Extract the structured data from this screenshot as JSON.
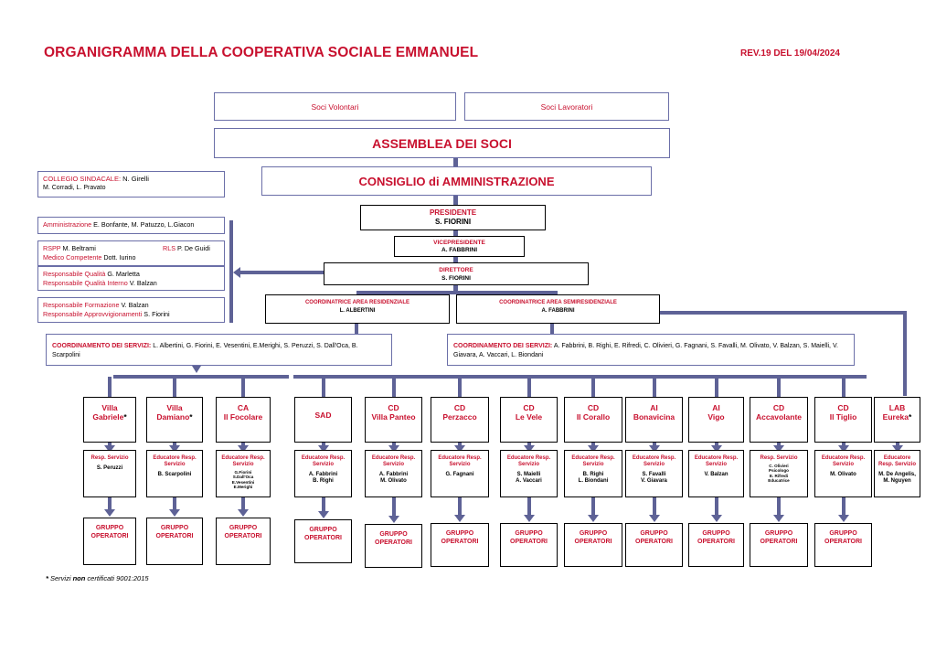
{
  "header": {
    "title": "ORGANIGRAMMA DELLA COOPERATIVA SOCIALE EMMANUEL",
    "revision": "REV.19 DEL 19/04/2024"
  },
  "top": {
    "soci_volontari": "Soci Volontari",
    "soci_lavoratori": "Soci Lavoratori",
    "assemblea": "ASSEMBLEA DEI SOCI",
    "consiglio": "CONSIGLIO di AMMINISTRAZIONE"
  },
  "collegio": {
    "label": "COLLEGIO SINDACALE:",
    "members_line1": " N. Girelli",
    "members_line2": "M. Corradi, L. Pravato"
  },
  "leadership": {
    "presidente_role": "PRESIDENTE",
    "presidente_name": "S. FIORINI",
    "vice_role": "VICEPRESIDENTE",
    "vice_name": "A. FABBRINI",
    "direttore_role": "DIRETTORE",
    "direttore_name": "S. FIORINI"
  },
  "staff": {
    "amministrazione_label": "Amministrazione",
    "amministrazione_names": " E. Bonfante, M. Patuzzo, L.Giacon",
    "rspp_label": "RSPP",
    "rspp_name": " M. Beltrami",
    "rls_label": "RLS",
    "rls_name": " P. De Guidi",
    "medico_label": "Medico Competente",
    "medico_name": " Dott. Iurino",
    "qualita_label": "Responsabile Qualità",
    "qualita_name": " G. Marletta",
    "qualita_int_label": "Responsabile Qualità Interno",
    "qualita_int_name": " V. Balzan",
    "formazione_label": "Responsabile Formazione",
    "formazione_name": " V. Balzan",
    "approvv_label": "Responsabile Approvvigionamenti",
    "approvv_name": " S. Fiorini"
  },
  "coord": {
    "residenziale_role": "COORDINATRICE AREA RESIDENZIALE",
    "residenziale_name": "L. ALBERTINI",
    "semiresidenziale_role": "COORDINATRICE AREA SEMIRESIDENZIALE",
    "semiresidenziale_name": "A. FABBRINI",
    "dot": "."
  },
  "coordinamento": {
    "label": "COORDINAMENTO DEI SERVIZI:",
    "left_names": " L. Albertini, G. Fiorini, E. Vesentini, E.Merighi, S. Peruzzi, S. Dall'Oca, B. Scarpolini",
    "right_names": " A. Fabbrini, B. Righi, E. Rifredi, C. Olivieri, G. Fagnani, S. Favalli, M. Olivato, V. Balzan, S. Maielli,  V. Giavara, A. Vaccari, L. Biondani"
  },
  "services": [
    {
      "l1": "Villa",
      "l2": "Gabriele",
      "star": "*",
      "role": "Resp. Servizio",
      "names": [
        "S. Peruzzi"
      ],
      "group": "GRUPPO OPERATORI"
    },
    {
      "l1": "Villa",
      "l2": "Damiano",
      "star": "*",
      "role": "Educatore Resp. Servizio",
      "names": [
        "B. Scarpolini"
      ],
      "group": "GRUPPO OPERATORI"
    },
    {
      "l1": "CA",
      "l2": "Il Focolare",
      "star": "",
      "role": "Educatore Resp. Servizio",
      "names": [
        "G.Fiorini",
        "S.Dall'Oca",
        "E.Vesentini",
        "E.Merighi"
      ],
      "group": "GRUPPO OPERATORI"
    },
    {
      "l1": "SAD",
      "l2": "",
      "star": "",
      "role": "Educatore Resp. Servizio",
      "names": [
        "A. Fabbrini",
        "B. Righi"
      ],
      "group": "GRUPPO OPERATORI"
    },
    {
      "l1": "CD",
      "l2": "Villa Panteo",
      "star": "",
      "role": "Educatore Resp. Servizio",
      "names": [
        "A. Fabbrini",
        "M. Olivato"
      ],
      "group": "GRUPPO OPERATORI"
    },
    {
      "l1": "CD",
      "l2": "Perzacco",
      "star": "",
      "role": "Educatore Resp. Servizio",
      "names": [
        "G. Fagnani"
      ],
      "group": "GRUPPO OPERATORI"
    },
    {
      "l1": "CD",
      "l2": "Le Vele",
      "star": "",
      "role": "Educatore Resp. Servizio",
      "names": [
        "S. Maielli",
        "A. Vaccari"
      ],
      "group": "GRUPPO OPERATORI"
    },
    {
      "l1": "CD",
      "l2": "Il Corallo",
      "star": "",
      "role": "Educatore Resp. Servizio",
      "names": [
        "B. Righi",
        "L. Biondani"
      ],
      "group": "GRUPPO OPERATORI"
    },
    {
      "l1": "AI",
      "l2": "Bonavicina",
      "star": "",
      "role": "Educatore Resp. Servizio",
      "names": [
        "S. Favalli",
        "V. Giavara"
      ],
      "group": "GRUPPO OPERATORI"
    },
    {
      "l1": "AI",
      "l2": "Vigo",
      "star": "",
      "role": "Educatore Resp. Servizio",
      "names": [
        "V. Balzan"
      ],
      "group": "GRUPPO OPERATORI"
    },
    {
      "l1": "CD",
      "l2": "Accavolante",
      "star": "",
      "role": "Resp. Servizio",
      "names": [
        "C. Olivieri",
        "Psicologo",
        "E. Rifredi",
        "Educatrice"
      ],
      "group": "GRUPPO OPERATORI"
    },
    {
      "l1": "CD",
      "l2": "Il Tiglio",
      "star": "",
      "role": "Educatore Resp. Servizio",
      "names": [
        "M. Olivato"
      ],
      "group": "GRUPPO OPERATORI"
    },
    {
      "l1": "LAB",
      "l2": "Eureka",
      "star": "*",
      "role": "Educatore Resp. Servizio",
      "names": [
        "M. De Angelis,",
        "M. Nguyen"
      ],
      "group": ""
    }
  ],
  "footnote": {
    "star": "*",
    "text_a": " Servizi ",
    "text_b": "non",
    "text_c": " certificati 9001:2015"
  },
  "colors": {
    "red": "#c8102e",
    "connector": "#5e6296",
    "box_border": "#6b6fa8"
  }
}
